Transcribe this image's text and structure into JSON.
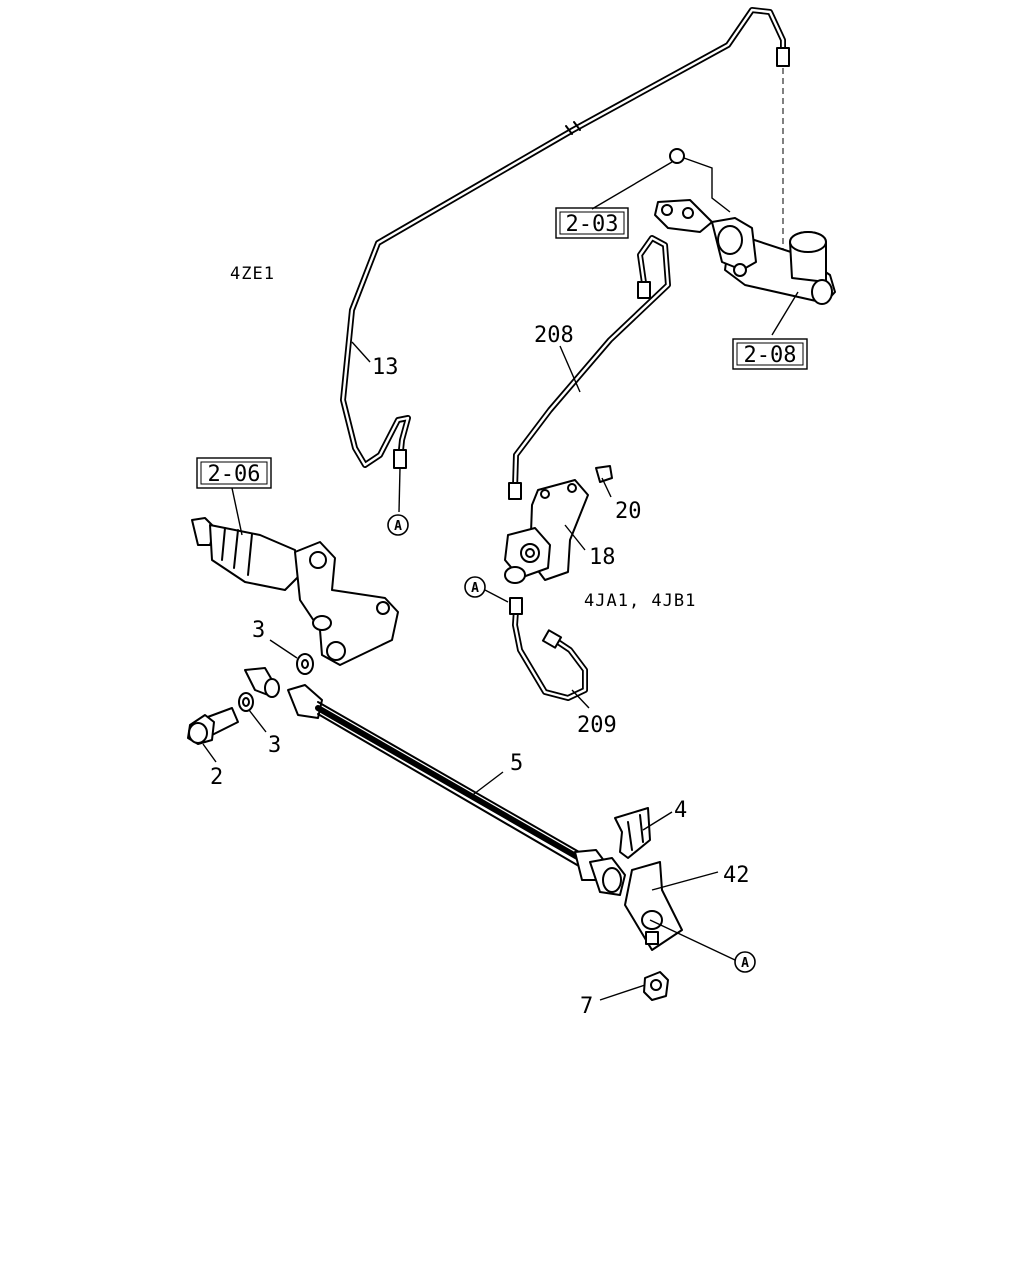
{
  "diagram": {
    "engine_labels": {
      "ze": "4ZE1",
      "ja": "4JA1, 4JB1"
    },
    "ref_boxes": {
      "r203": "2-03",
      "r208": "2-08",
      "r206": "2-06"
    },
    "callouts": {
      "p13": "13",
      "p208": "208",
      "p20": "20",
      "p18": "18",
      "p209": "209",
      "p3a": "3",
      "p3b": "3",
      "p2": "2",
      "p5": "5",
      "p4": "4",
      "p42": "42",
      "p7": "7"
    },
    "connector_marks": {
      "a1": "A",
      "a2": "A",
      "a3": "A"
    }
  }
}
